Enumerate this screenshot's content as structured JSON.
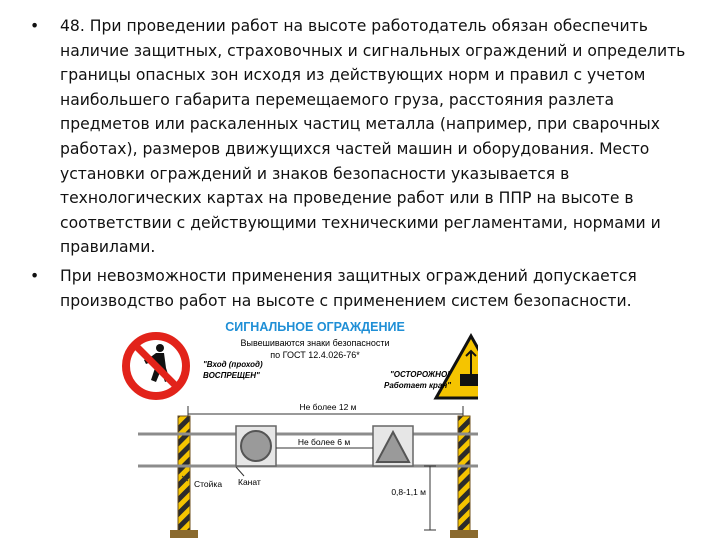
{
  "bullets": [
    {
      "marker": "•",
      "text": "48. При проведении работ на высоте работодатель обязан обеспечить наличие защитных, страховочных и сигнальных ограждений и определить границы опасных зон исходя из действующих норм и правил с учетом наибольшего габарита перемещаемого груза, расстояния разлета предметов или раскаленных частиц металла (например, при сварочных работах), размеров движущихся частей машин и оборудования. Место установки ограждений и знаков безопасности указывается в технологических картах на проведение работ или в ППР на высоте в соответствии с действующими техническими регламентами, нормами и правилами."
    },
    {
      "marker": "•",
      "text": "При невозможности применения защитных ограждений допускается производство работ на высоте с применением систем безопасности."
    }
  ],
  "diagram": {
    "title": "СИГНАЛЬНОЕ ОГРАЖДЕНИЕ",
    "subtitle_line1": "Вывешиваются знаки безопасности",
    "subtitle_line2": "по ГОСТ 12.4.026-76*",
    "left_sign_line1": "\"Вход (проход)",
    "left_sign_line2": "ВОСПРЕЩЕН\"",
    "right_sign_line1": "\"ОСТОРОЖНО!",
    "right_sign_line2": "Работает кран\"",
    "dim_outer": "Не более 12 м",
    "dim_inner": "Не более 6 м",
    "label_post": "Стойка",
    "label_rope": "Канат",
    "dim_height": "0,8-1,1 м",
    "colors": {
      "title_blue": "#1f8fd6",
      "sign_red": "#e2231a",
      "warning_yellow": "#f5c400",
      "post_brown": "#8a6a2e",
      "rope_gray": "#8c8c8c"
    }
  }
}
